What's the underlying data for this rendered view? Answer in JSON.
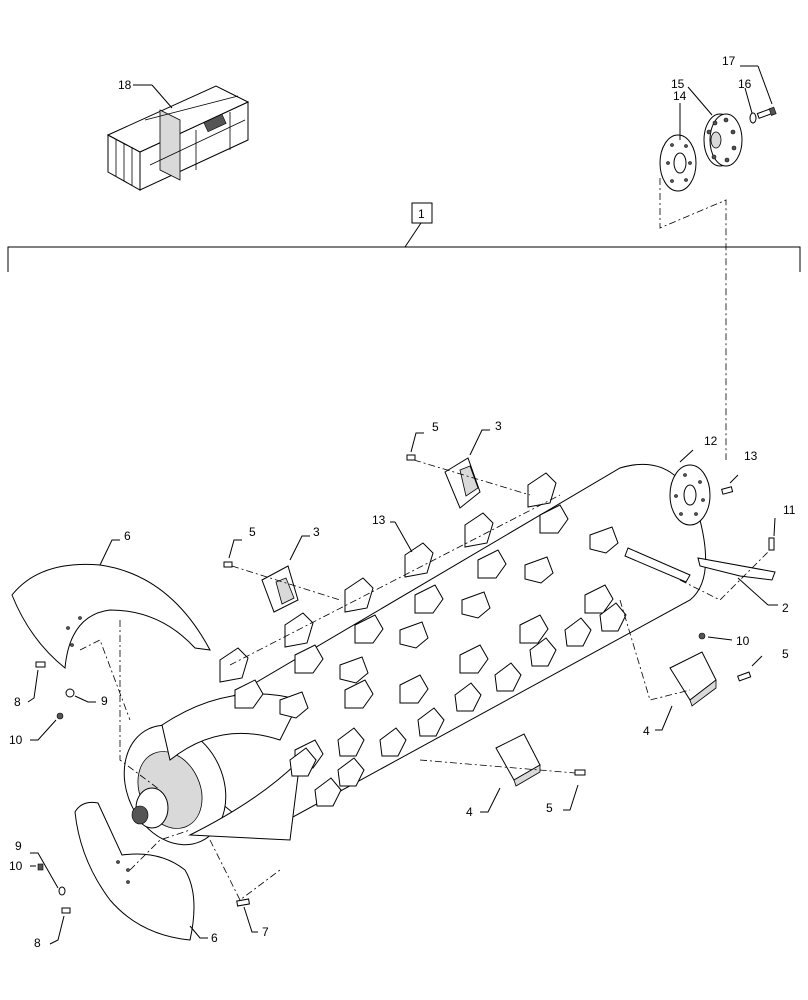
{
  "labels": {
    "l1": "1",
    "l2": "2",
    "l3a": "3",
    "l3b": "3",
    "l4a": "4",
    "l4b": "4",
    "l5a": "5",
    "l5b": "5",
    "l5c": "5",
    "l5d": "5",
    "l6a": "6",
    "l6b": "6",
    "l7": "7",
    "l8a": "8",
    "l8b": "8",
    "l9a": "9",
    "l9b": "9",
    "l10a": "10",
    "l10b": "10",
    "l10c": "10",
    "l11": "11",
    "l12": "12",
    "l13a": "13",
    "l13b": "13",
    "l14": "14",
    "l15": "15",
    "l16": "16",
    "l17": "17",
    "l18": "18"
  }
}
